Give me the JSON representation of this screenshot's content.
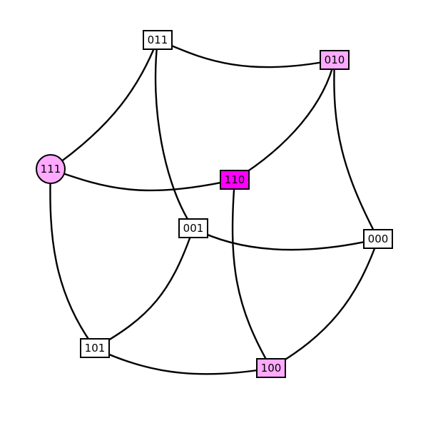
{
  "diagram": {
    "type": "hypercube-graph",
    "nodes": [
      {
        "id": "011",
        "label": "011",
        "shape": "box",
        "fill": "#ffffff"
      },
      {
        "id": "010",
        "label": "010",
        "shape": "box",
        "fill": "#ffaaff"
      },
      {
        "id": "111",
        "label": "111",
        "shape": "circle",
        "fill": "#ffaaff"
      },
      {
        "id": "110",
        "label": "110",
        "shape": "box",
        "fill": "#ff00ff"
      },
      {
        "id": "001",
        "label": "001",
        "shape": "box",
        "fill": "#ffffff"
      },
      {
        "id": "000",
        "label": "000",
        "shape": "box",
        "fill": "#ffffff"
      },
      {
        "id": "101",
        "label": "101",
        "shape": "box",
        "fill": "#ffffff"
      },
      {
        "id": "100",
        "label": "100",
        "shape": "box",
        "fill": "#ffaaff"
      }
    ],
    "edges": [
      {
        "from": "011",
        "to": "010"
      },
      {
        "from": "011",
        "to": "111"
      },
      {
        "from": "011",
        "to": "001"
      },
      {
        "from": "010",
        "to": "110"
      },
      {
        "from": "010",
        "to": "000"
      },
      {
        "from": "111",
        "to": "110"
      },
      {
        "from": "111",
        "to": "101"
      },
      {
        "from": "110",
        "to": "100"
      },
      {
        "from": "001",
        "to": "000"
      },
      {
        "from": "001",
        "to": "101"
      },
      {
        "from": "000",
        "to": "100"
      },
      {
        "from": "101",
        "to": "100"
      }
    ]
  }
}
